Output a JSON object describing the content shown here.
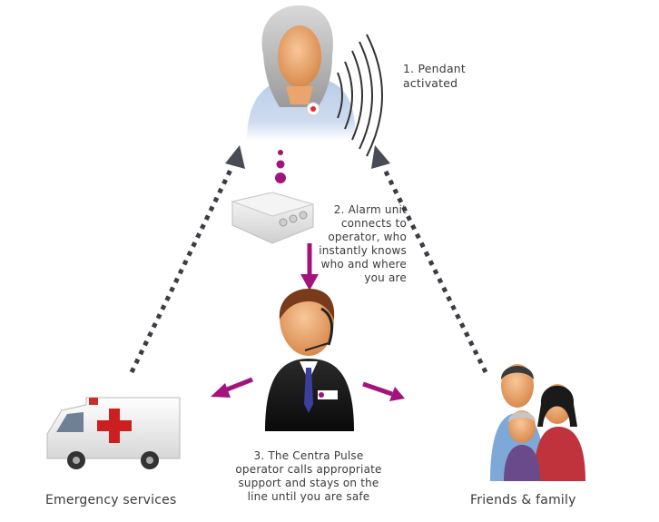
{
  "steps": {
    "pendant": [
      "1. Pendant",
      "activated"
    ],
    "alarm": [
      "2. Alarm unit",
      "connects to",
      "operator, who",
      "instantly knows",
      "who and where",
      "you are"
    ],
    "operator": [
      "3. The Centra Pulse",
      "operator calls appropriate",
      "support and stays on the",
      "line until you are safe"
    ]
  },
  "destinations": {
    "emergency": "Emergency services",
    "family": "Friends & family"
  },
  "colors": {
    "accent": "#a3137e",
    "dotted": "#3b3d45",
    "arrowhead": "#4a4c55"
  }
}
